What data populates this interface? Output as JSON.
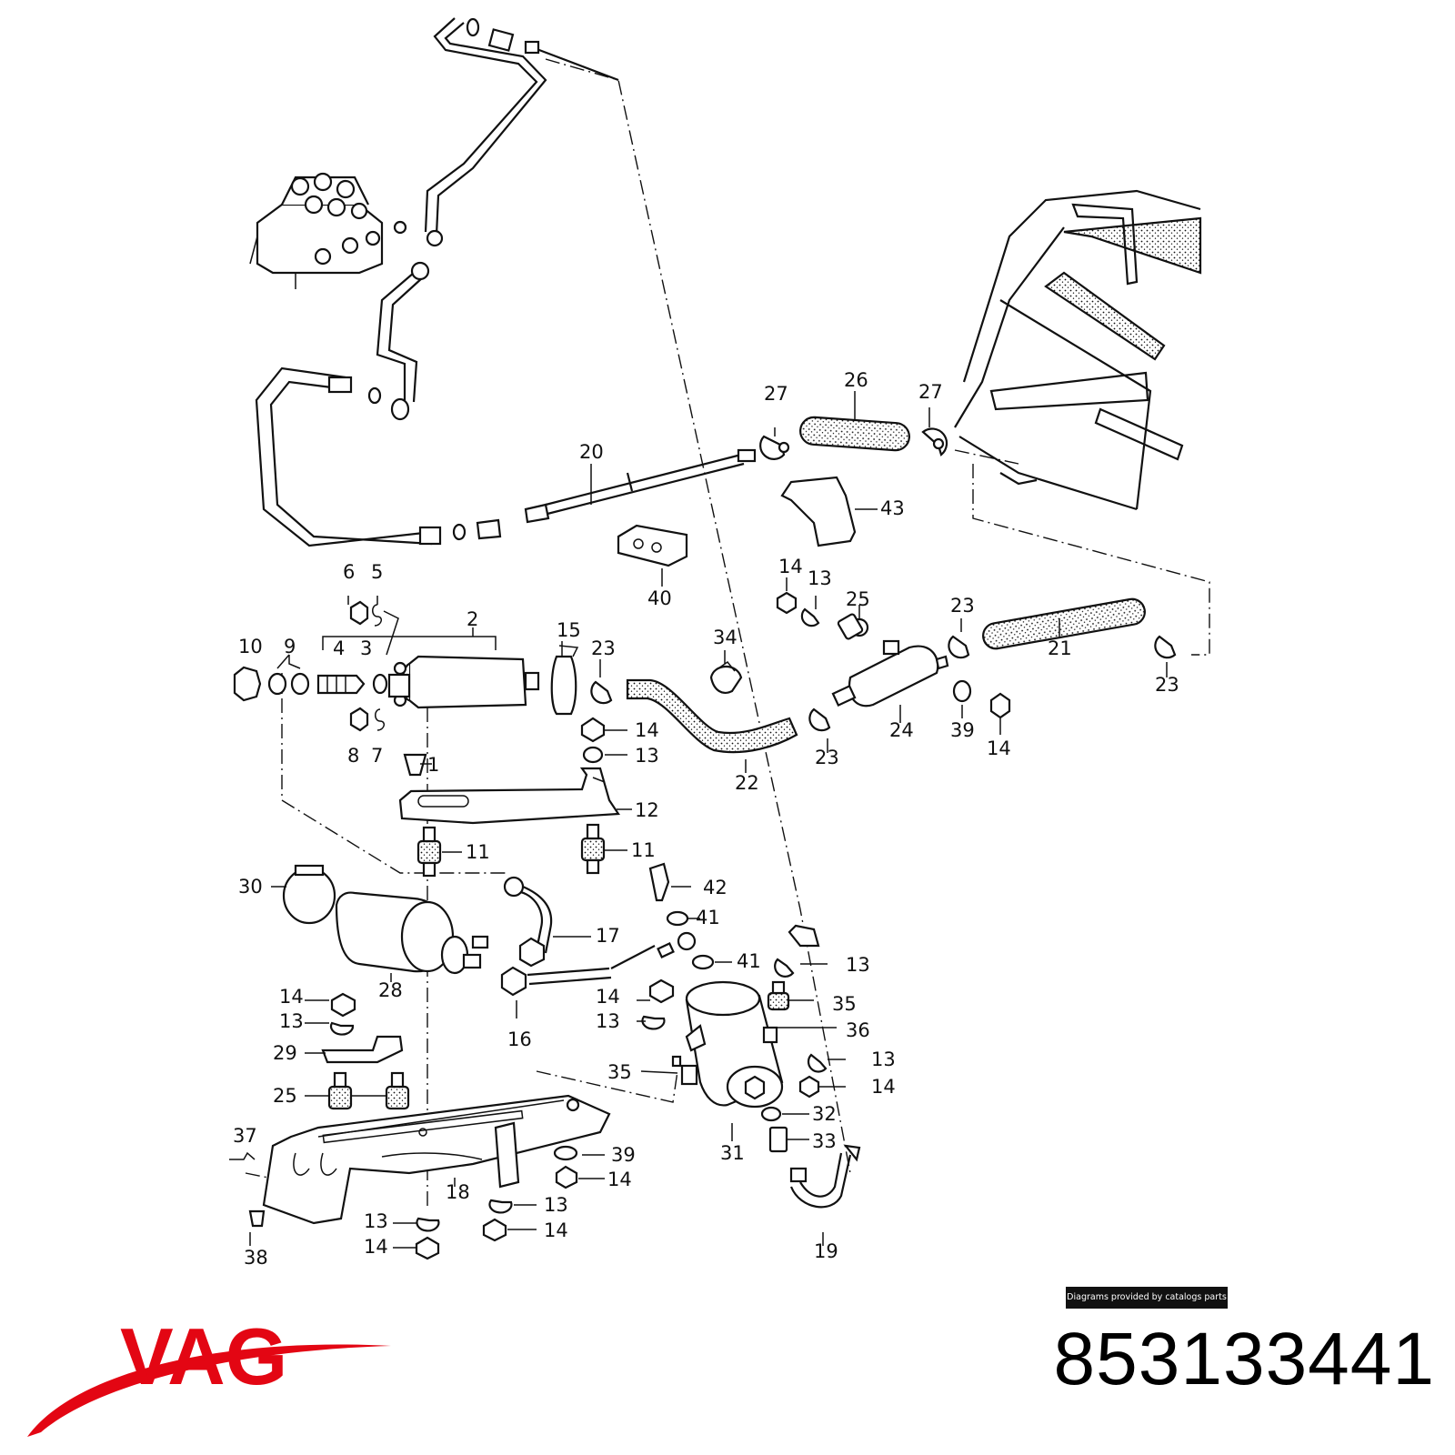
{
  "brand": {
    "name": "VAG",
    "color": "#e30613"
  },
  "part_number": "853133441",
  "credit": "Diagrams provided by catalogs parts",
  "callouts": [
    "1",
    "2",
    "3",
    "4",
    "5",
    "6",
    "7",
    "8",
    "9",
    "10",
    "11",
    "11",
    "12",
    "13",
    "13",
    "13",
    "13",
    "13",
    "13",
    "13",
    "13",
    "14",
    "14",
    "14",
    "14",
    "14",
    "14",
    "14",
    "14",
    "14",
    "15",
    "16",
    "17",
    "18",
    "19",
    "20",
    "21",
    "22",
    "23",
    "23",
    "23",
    "23",
    "24",
    "25",
    "25",
    "26",
    "27",
    "27",
    "28",
    "29",
    "30",
    "31",
    "32",
    "33",
    "34",
    "35",
    "35",
    "36",
    "37",
    "38",
    "39",
    "39",
    "40",
    "41",
    "41",
    "42",
    "43"
  ]
}
